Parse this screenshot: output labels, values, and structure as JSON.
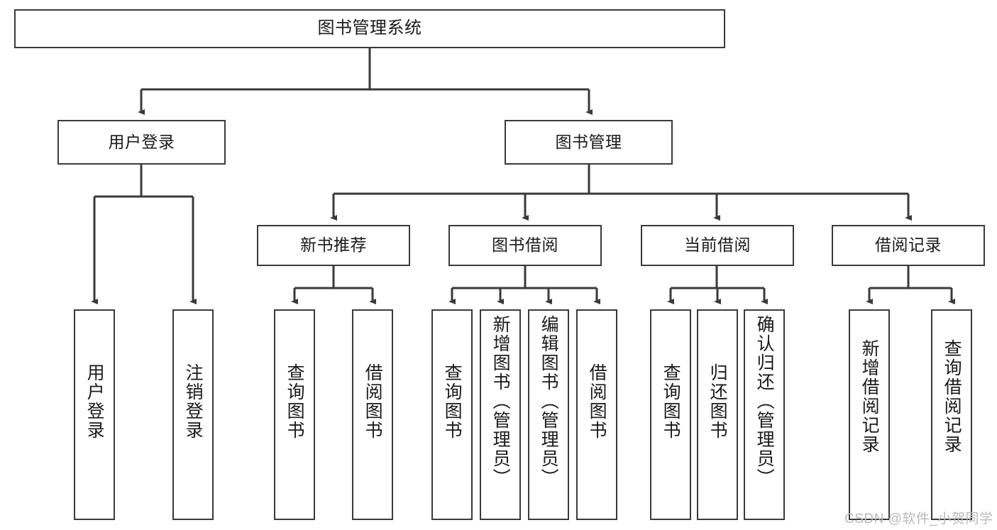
{
  "diagram": {
    "title": "图书管理系统",
    "stroke_color": "#3a3a3a",
    "text_color": "#1a1a1a",
    "background": "#ffffff",
    "root": {
      "label": "图书管理系统"
    },
    "level2": [
      {
        "label": "用户登录"
      },
      {
        "label": "图书管理"
      }
    ],
    "level3": [
      {
        "label": "新书推荐"
      },
      {
        "label": "图书借阅"
      },
      {
        "label": "当前借阅"
      },
      {
        "label": "借阅记录"
      }
    ],
    "leaves": {
      "user_login": [
        {
          "label": "用户登录"
        },
        {
          "label": "注销登录"
        }
      ],
      "new_book": [
        {
          "label": "查询图书"
        },
        {
          "label": "借阅图书"
        }
      ],
      "book_borrow": [
        {
          "label": "查询图书"
        },
        {
          "label": "新增图书（管理员）"
        },
        {
          "label": "编辑图书（管理员）"
        },
        {
          "label": "借阅图书"
        }
      ],
      "current_borrow": [
        {
          "label": "查询图书"
        },
        {
          "label": "归还图书"
        },
        {
          "label": "确认归还（管理员）"
        }
      ],
      "borrow_record": [
        {
          "label": "新增借阅记录"
        },
        {
          "label": "查询借阅记录"
        }
      ]
    }
  },
  "watermark": {
    "text": "CSDN @软件_小贺同学",
    "color": "#b9b9b9"
  }
}
